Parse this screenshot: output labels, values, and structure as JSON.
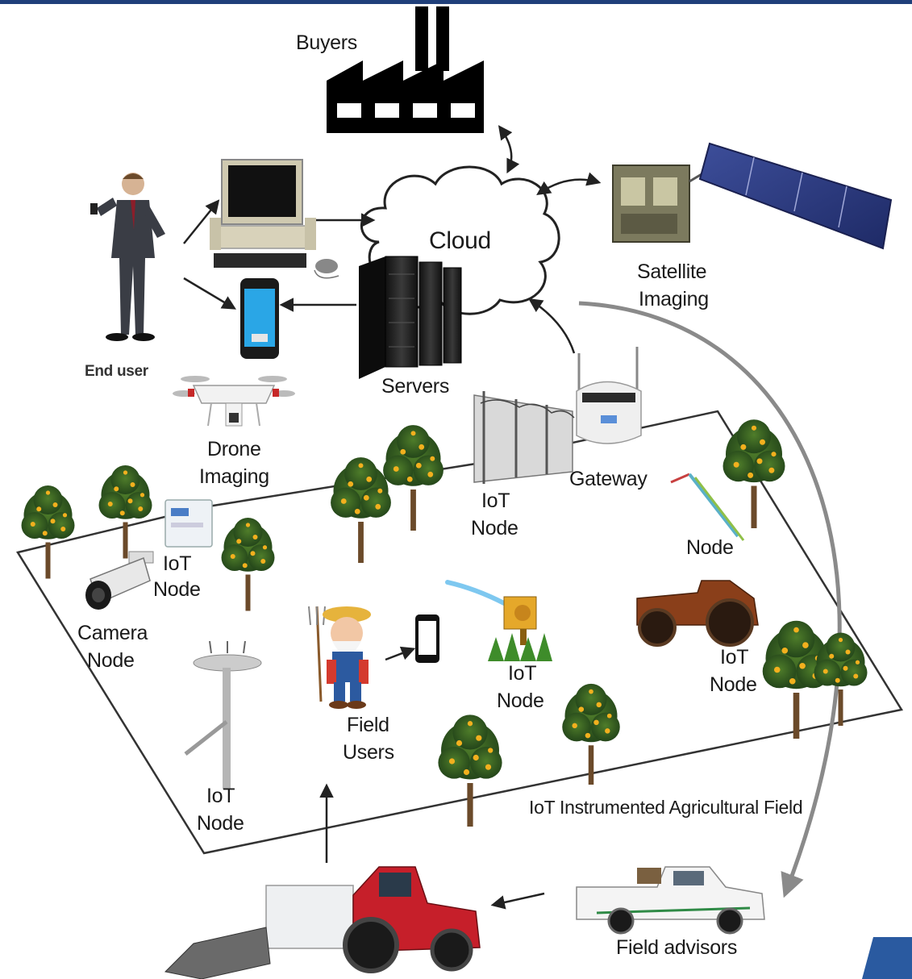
{
  "colors": {
    "top_bar": "#1f3f7a",
    "corner_accent": "#2a5aa0",
    "arrow": "#222222",
    "curve_arrow": "#8a8a8a",
    "field_border": "#333333"
  },
  "labels": {
    "buyers": "Buyers",
    "cloud": "Cloud",
    "satellite_1": "Satellite",
    "satellite_2": "Imaging",
    "end_user": "End user",
    "servers": "Servers",
    "drone_1": "Drone",
    "drone_2": "Imaging",
    "gateway": "Gateway",
    "iot_node_fence_1": "IoT",
    "iot_node_fence_2": "Node",
    "iot_node_left_1": "IoT",
    "iot_node_left_2": "Node",
    "camera_node_1": "Camera",
    "camera_node_2": "Node",
    "node_right": "Node",
    "iot_node_sprinkler_1": "IoT",
    "iot_node_sprinkler_2": "Node",
    "iot_node_tractor_1": "IoT",
    "iot_node_tractor_2": "Node",
    "field_users_1": "Field",
    "field_users_2": "Users",
    "iot_node_station_1": "IoT",
    "iot_node_station_2": "Node",
    "field_caption": "IoT Instrumented Agricultural Field",
    "field_advisors": "Field advisors"
  },
  "icons": [
    "factory-icon",
    "cloud-icon",
    "satellite-icon",
    "person-icon",
    "desktop-computer-icon",
    "smartphone-icon",
    "server-rack-icon",
    "drone-icon",
    "fence-icon",
    "gateway-icon",
    "tree-icon",
    "sensor-box-icon",
    "security-camera-icon",
    "weather-station-icon",
    "farmer-icon",
    "sprinkler-icon",
    "tractor-icon",
    "pickup-truck-icon",
    "soil-probe-icon"
  ]
}
